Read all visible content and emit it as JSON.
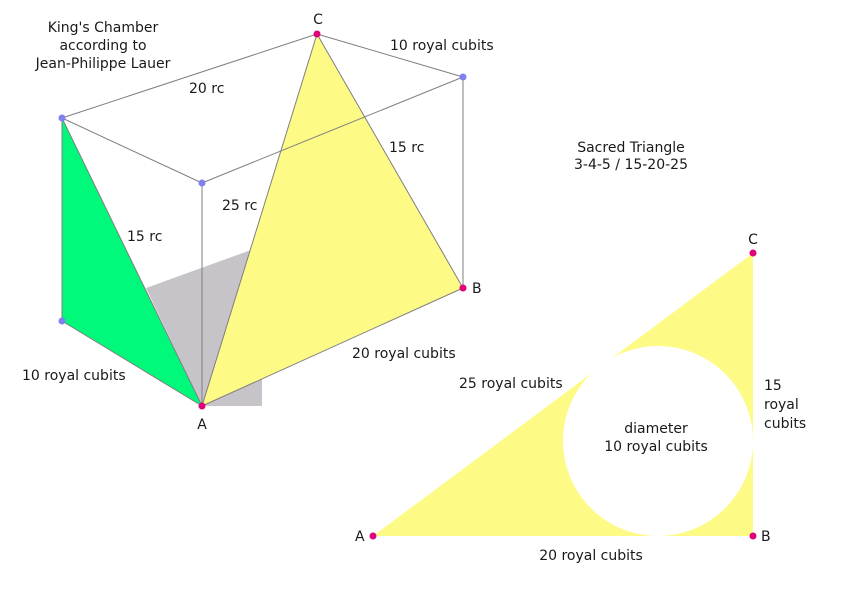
{
  "left_figure": {
    "title_lines": [
      "King's Chamber",
      "according to",
      "Jean-Philippe Lauer"
    ],
    "labels": {
      "vertex_c": "C",
      "vertex_a": "A",
      "vertex_b": "B",
      "top_right_edge": "10 royal cubits",
      "top_back_edge": "20 rc",
      "slant_right": "15 rc",
      "vertical_mid": "25 rc",
      "slant_left": "15 rc",
      "bottom_left_edge": "10 royal cubits",
      "bottom_right_edge": "20 royal cubits"
    },
    "colors": {
      "green_face": "#00f97a",
      "yellow_face": "#fdfb86",
      "gray_floor": "#c6c4c8",
      "edge": "#7f7f7f",
      "blue_point": "#8080ee",
      "magenta_point": "#e0007a"
    }
  },
  "right_figure": {
    "title_lines": [
      "Sacred Triangle",
      "3-4-5 / 15-20-25"
    ],
    "labels": {
      "vertex_c": "C",
      "vertex_a": "A",
      "vertex_b": "B",
      "hypotenuse": "25 royal cubits",
      "vertical_lines": [
        "15",
        "royal",
        "cubits"
      ],
      "base": "20 royal cubits",
      "circle_lines": [
        "diameter",
        "10 royal cubits"
      ]
    },
    "colors": {
      "triangle_fill": "#fdfb86",
      "circle_fill": "#ffffff",
      "point": "#e0007a"
    }
  }
}
